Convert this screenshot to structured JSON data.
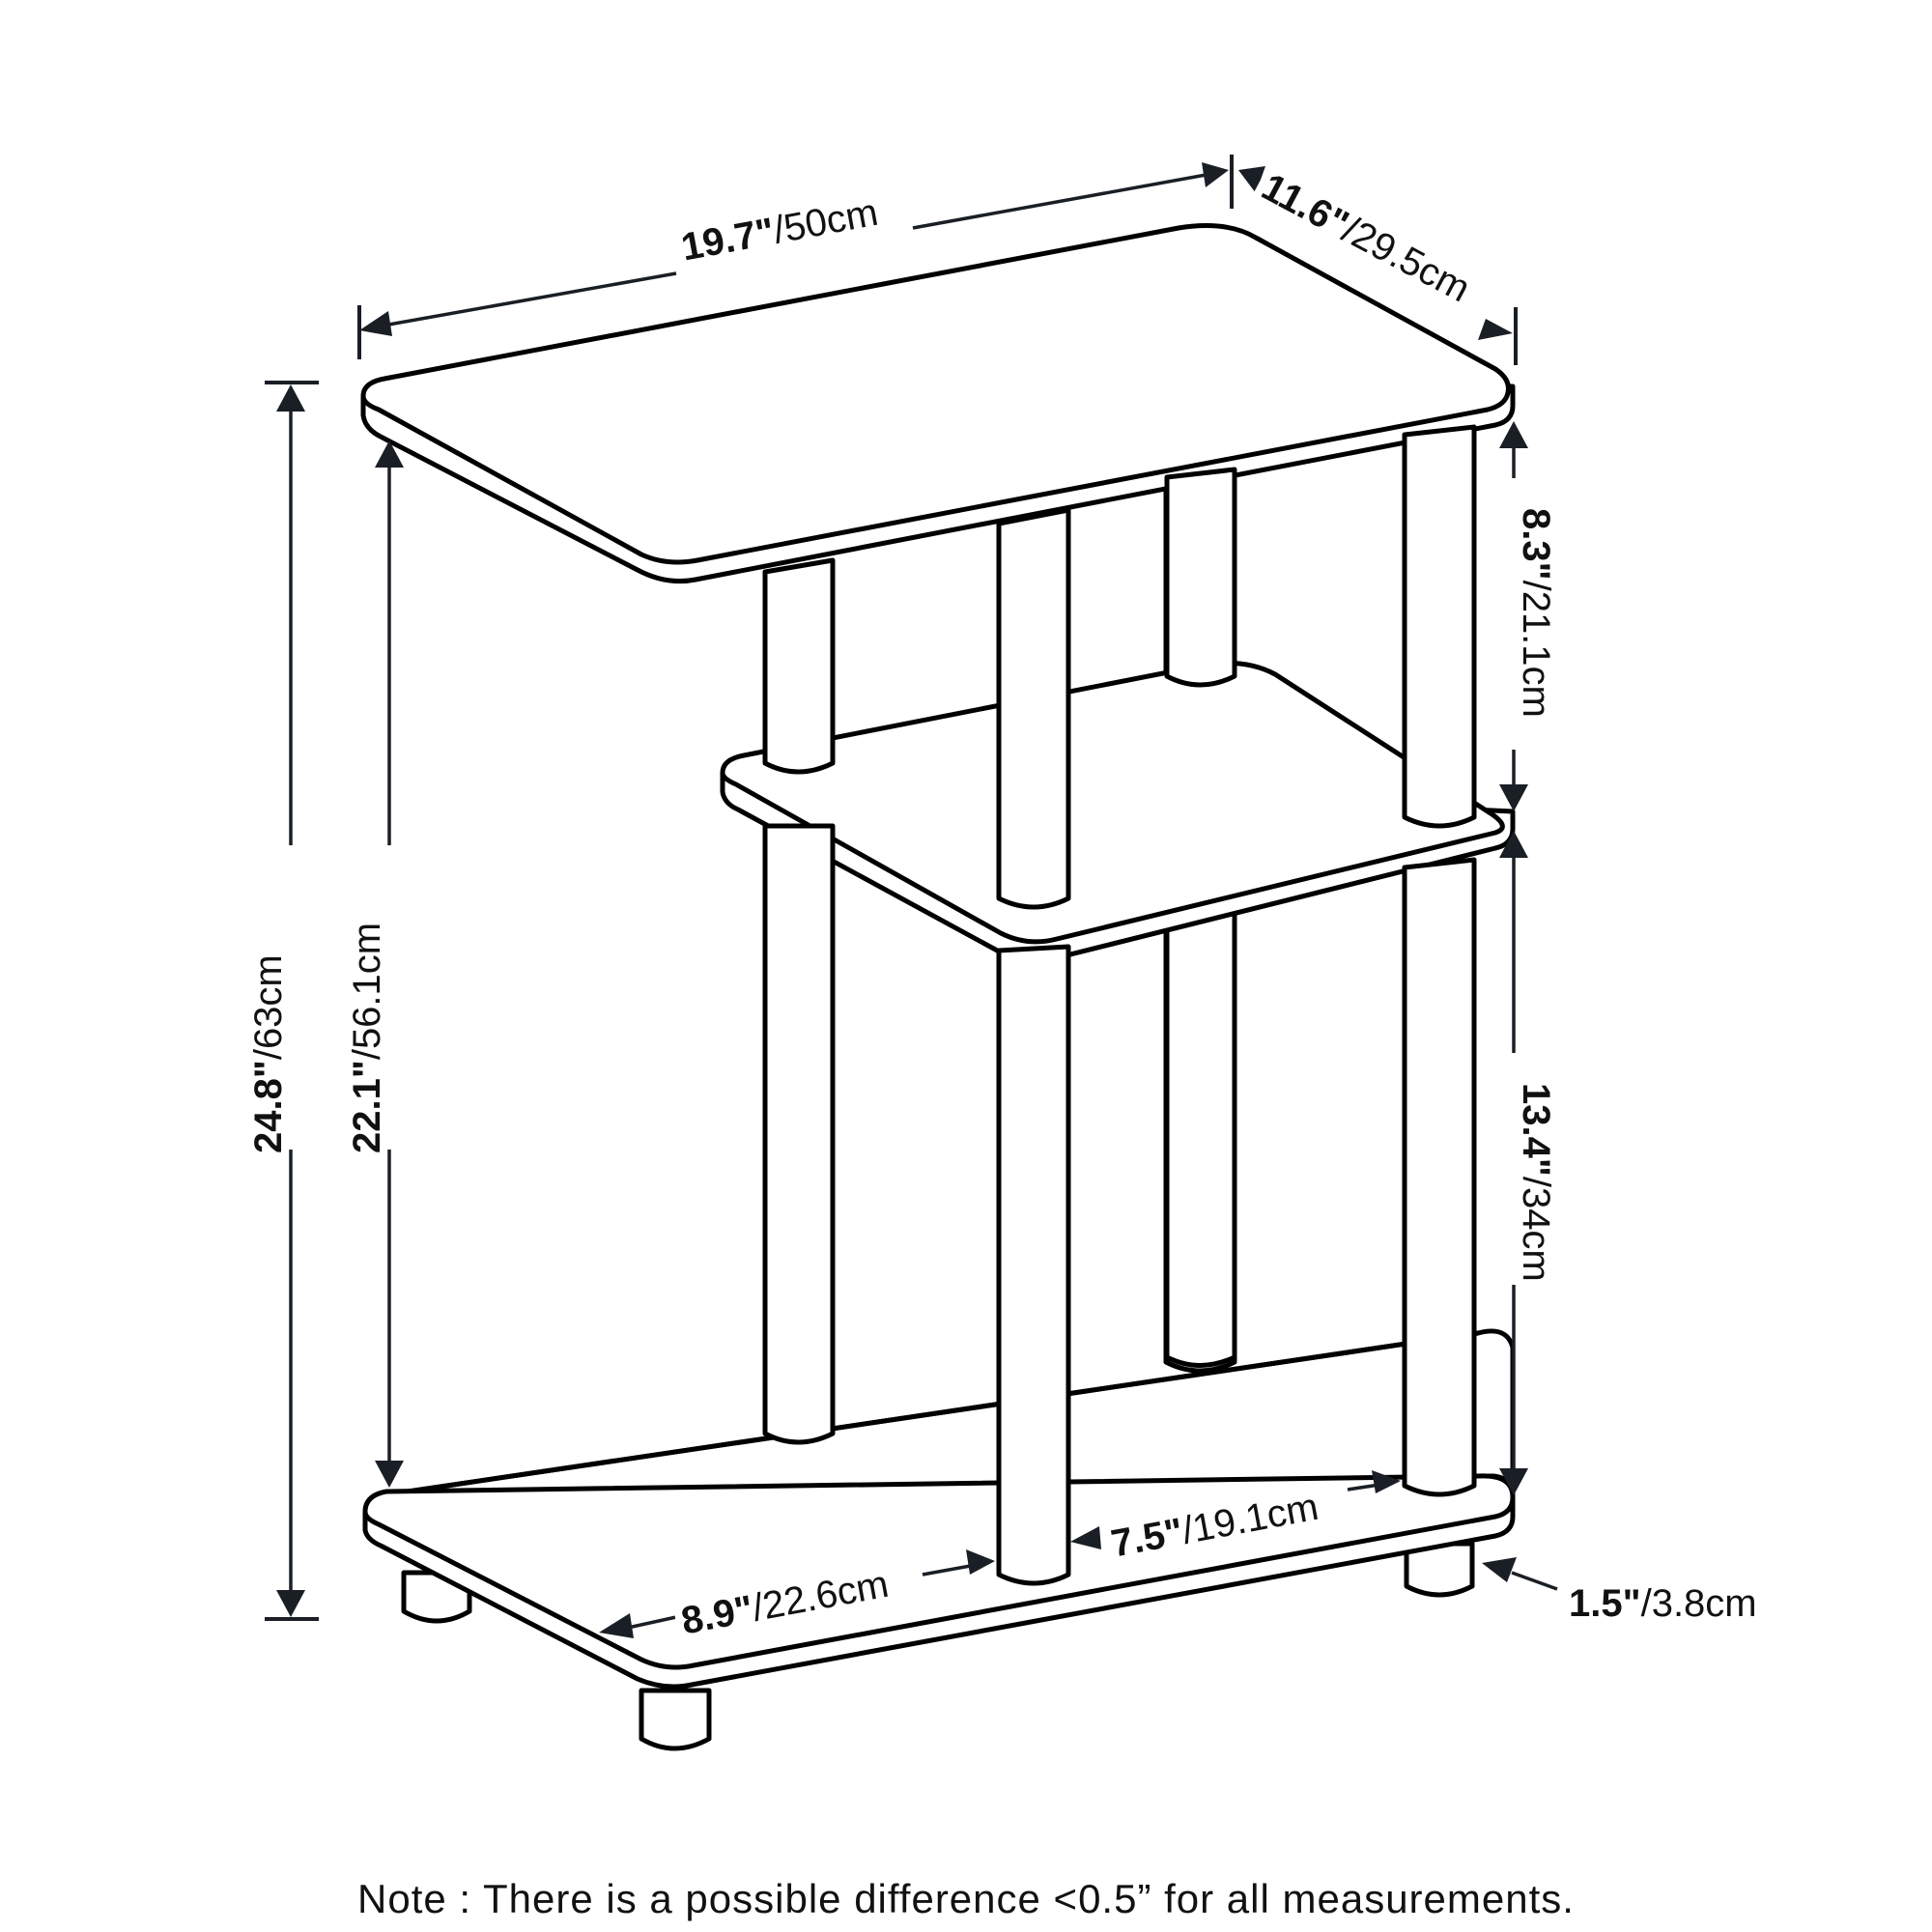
{
  "diagram": {
    "subject": "Three-tier side table dimension drawing",
    "dimensions": {
      "width": {
        "imperial": "19.7\"",
        "metric": "/50cm"
      },
      "depth": {
        "imperial": "11.6\"",
        "metric": "/29.5cm"
      },
      "total_height": {
        "imperial": "24.8\"",
        "metric": "/63cm"
      },
      "top_shelf_height": {
        "imperial": "22.1\"",
        "metric": "/56.1cm"
      },
      "upper_clearance": {
        "imperial": "8.3\"",
        "metric": "/21.1cm"
      },
      "lower_clearance": {
        "imperial": "13.4\"",
        "metric": "/34cm"
      },
      "inner_depth": {
        "imperial": "8.9\"",
        "metric": "/22.6cm"
      },
      "inner_width": {
        "imperial": "7.5\"",
        "metric": "/19.1cm"
      },
      "foot_height": {
        "imperial": "1.5\"",
        "metric": "/3.8cm"
      }
    },
    "note": "Note : There is a possible difference <0.5” for all measurements.",
    "colors": {
      "line": "#000000",
      "arrow": "#1a1f26",
      "background": "#ffffff"
    }
  }
}
